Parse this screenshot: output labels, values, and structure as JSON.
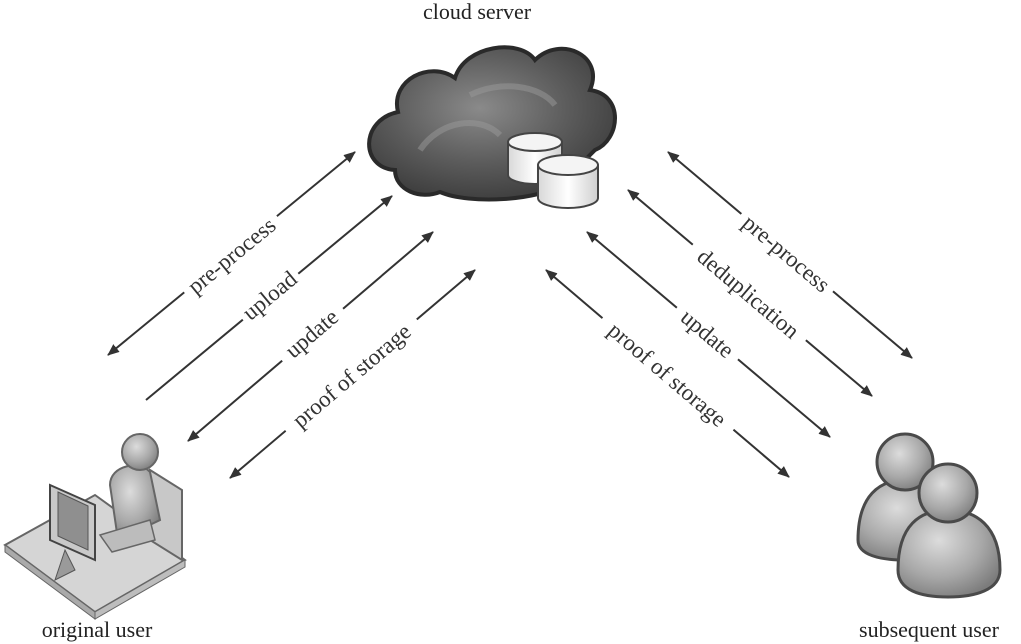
{
  "nodes": {
    "cloud": {
      "label": "cloud server"
    },
    "original": {
      "label": "original user"
    },
    "subsequent": {
      "label": "subsequent user"
    }
  },
  "edges_left": [
    {
      "label": "pre-process",
      "heads": "both"
    },
    {
      "label": "upload",
      "heads": "end"
    },
    {
      "label": "update",
      "heads": "both"
    },
    {
      "label": "proof of storage",
      "heads": "both"
    }
  ],
  "edges_right": [
    {
      "label": "pre-process",
      "heads": "both"
    },
    {
      "label": "deduplication",
      "heads": "both"
    },
    {
      "label": "update",
      "heads": "both"
    },
    {
      "label": "proof of storage",
      "heads": "both"
    }
  ]
}
